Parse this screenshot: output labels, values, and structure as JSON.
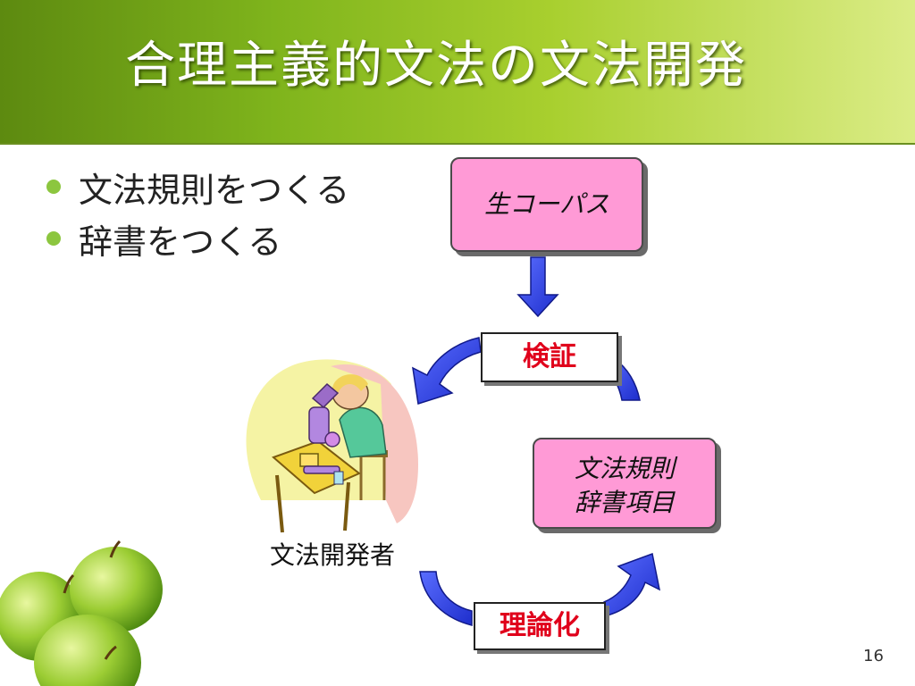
{
  "slide": {
    "title": "合理主義的文法の文法開発",
    "bullets": [
      "文法規則をつくる",
      "辞書をつくる"
    ],
    "page_number": "16"
  },
  "diagram": {
    "corpus_box": "生コーパス",
    "verify_label": "検証",
    "rules_box_line1": "文法規則",
    "rules_box_line2": "辞書項目",
    "theory_label": "理論化",
    "developer_label": "文法開発者"
  },
  "colors": {
    "box_fill": "#ff9ad6",
    "label_text": "#e0001b",
    "arrow_blue": "#2a3cff",
    "bullet_dot": "#8cc63f",
    "title_band": "#7fb41c"
  }
}
